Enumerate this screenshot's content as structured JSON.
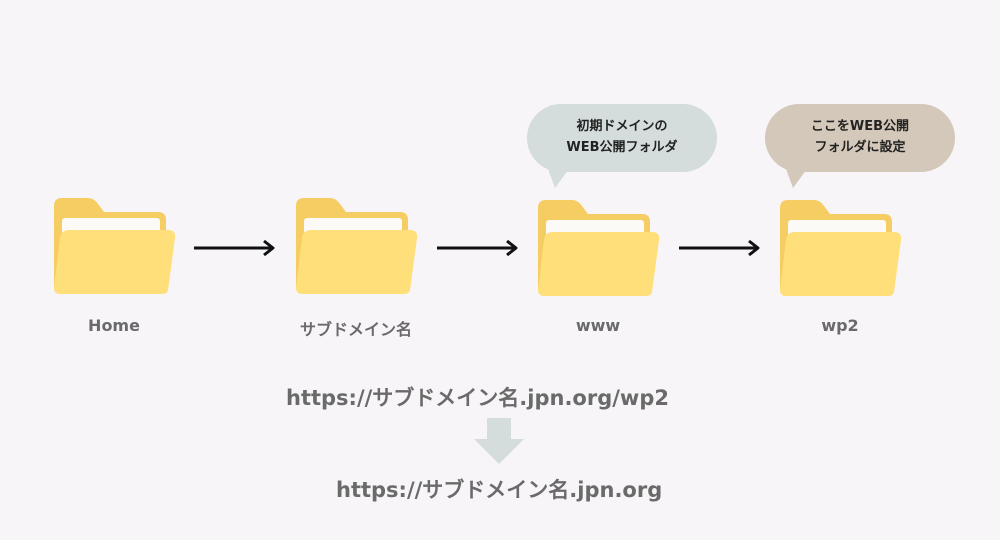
{
  "folders": [
    {
      "label": "Home",
      "icon": "folder-icon"
    },
    {
      "label": "サブドメイン名",
      "icon": "folder-icon"
    },
    {
      "label": "www",
      "icon": "folder-icon"
    },
    {
      "label": "wp2",
      "icon": "folder-icon"
    }
  ],
  "bubbles": {
    "www": {
      "line1": "初期ドメインの",
      "line2": "WEB公開フォルダ",
      "color": "#d4dcdc"
    },
    "wp2": {
      "line1": "ここをWEB公開",
      "line2": "フォルダに設定",
      "color": "#d3c8b9"
    }
  },
  "urls": {
    "from": "https://サブドメイン名.jpn.org/wp2",
    "to": "https://サブドメイン名.jpn.org"
  },
  "colors": {
    "background": "#f7f5f8",
    "folder_back": "#f6cd63",
    "folder_front": "#ffdf7a",
    "folder_paper": "#fbfaf6",
    "text": "#6a6a6a",
    "down_arrow": "#d4dcdc"
  }
}
